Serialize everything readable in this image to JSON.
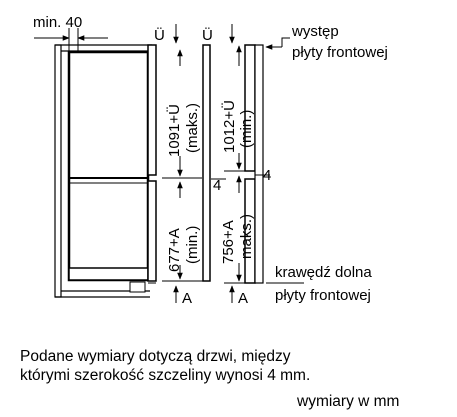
{
  "labels": {
    "min_40": "min. 40",
    "u_left": "Ü",
    "u_right": "Ü",
    "wystep_1": "występ",
    "wystep_2": "płyty frontowej",
    "dim_top_left_1": "1091+Ü",
    "dim_top_left_2": "(maks.)",
    "dim_top_right_1": "1012+Ü",
    "dim_top_right_2": "(min.)",
    "gap_left": "4",
    "gap_right": "4",
    "dim_bottom_left_1": "677+A",
    "dim_bottom_left_2": "(min.)",
    "dim_bottom_right_1": "756+A",
    "dim_bottom_right_2": "maks.)",
    "krawedz_1": "krawędź dolna",
    "krawedz_2": "płyty frontowej",
    "a_left": "A",
    "a_right": "A"
  },
  "caption": {
    "line1": "Podane wymiary dotyczą drzwi, między",
    "line2": "którymi szerokość szczeliny wynosi 4 mm.",
    "units": "wymiary w mm"
  }
}
